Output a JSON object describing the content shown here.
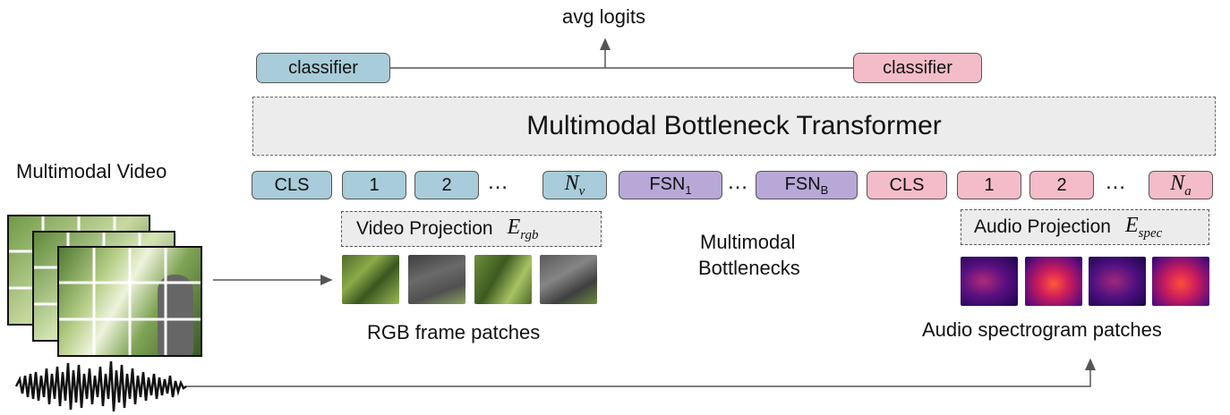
{
  "title_top": "avg logits",
  "classifier_left": "classifier",
  "classifier_right": "classifier",
  "transformer_label": "Multimodal Bottleneck Transformer",
  "video_label": "Multimodal Video",
  "tokens": {
    "video": [
      {
        "label": "CLS"
      },
      {
        "label": "1"
      },
      {
        "label": "2"
      },
      {
        "label": "…"
      },
      {
        "base": "N",
        "sub": "v"
      }
    ],
    "bottleneck": [
      {
        "base": "FSN",
        "sub": "1"
      },
      {
        "label": "…"
      },
      {
        "base": "FSN",
        "sub": "B"
      }
    ],
    "audio": [
      {
        "label": "CLS"
      },
      {
        "label": "1"
      },
      {
        "label": "2"
      },
      {
        "label": "…"
      },
      {
        "base": "N",
        "sub": "a"
      }
    ]
  },
  "video_projection": {
    "label": "Video Projection",
    "math_base": "E",
    "math_sub": "rgb"
  },
  "audio_projection": {
    "label": "Audio Projection",
    "math_base": "E",
    "math_sub": "spec"
  },
  "bottleneck_caption_line1": "Multimodal",
  "bottleneck_caption_line2": "Bottlenecks",
  "rgb_caption": "RGB frame patches",
  "audio_caption": "Audio spectrogram patches",
  "colors": {
    "video_token": "#a8ccd9",
    "audio_token": "#f4bcc9",
    "bottleneck_token": "#b7a8d8",
    "transformer_box": "#ececec"
  }
}
